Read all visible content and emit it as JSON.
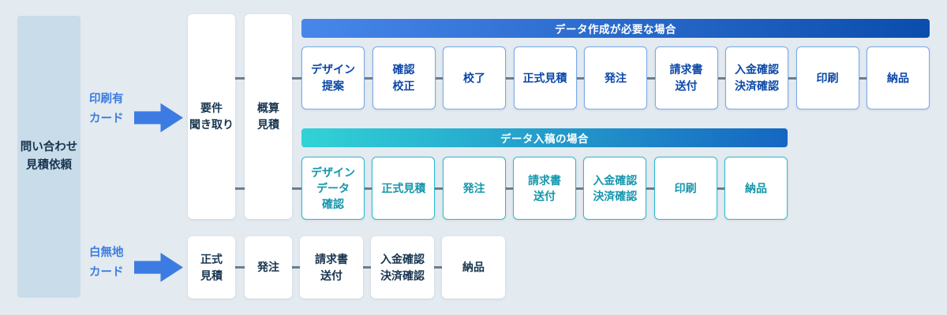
{
  "source": {
    "label": "問い合わせ\n見積依頼"
  },
  "branches": {
    "print_card": {
      "label": "印刷有\nカード"
    },
    "blank_card": {
      "label": "白無地\nカード"
    }
  },
  "shared_steps": {
    "requirements": "要件\n聞き取り",
    "rough_estimate": "概算\n見積"
  },
  "flows": {
    "data_creation": {
      "header": "データ作成が必要な場合",
      "steps": [
        "デザイン\n提案",
        "確認\n校正",
        "校了",
        "正式見積",
        "発注",
        "請求書\n送付",
        "入金確認\n決済確認",
        "印刷",
        "納品"
      ]
    },
    "data_submission": {
      "header": "データ入稿の場合",
      "steps": [
        "デザイン\nデータ\n確認",
        "正式見積",
        "発注",
        "請求書\n送付",
        "入金確認\n決済確認",
        "印刷",
        "納品"
      ]
    },
    "blank_card": {
      "steps": [
        "正式\n見積",
        "発注",
        "請求書\n送付",
        "入金確認\n決済確認",
        "納品"
      ]
    }
  },
  "colors": {
    "background": "#e3eaf0",
    "source_panel": "#c9dce9",
    "arrow_blue": "#3c7ce2",
    "header1_gradient_start": "#4787ea",
    "header1_gradient_end": "#0b4dad",
    "header2_gradient_start": "#31d3d6",
    "header2_gradient_end": "#1566c1",
    "flow1_border": "#7aa8e8",
    "flow1_text": "#0a48a8",
    "flow2_border": "#2abbcf",
    "flow2_text": "#1496ad",
    "navy_text": "#18344f",
    "connector": "#6b7e8e"
  }
}
